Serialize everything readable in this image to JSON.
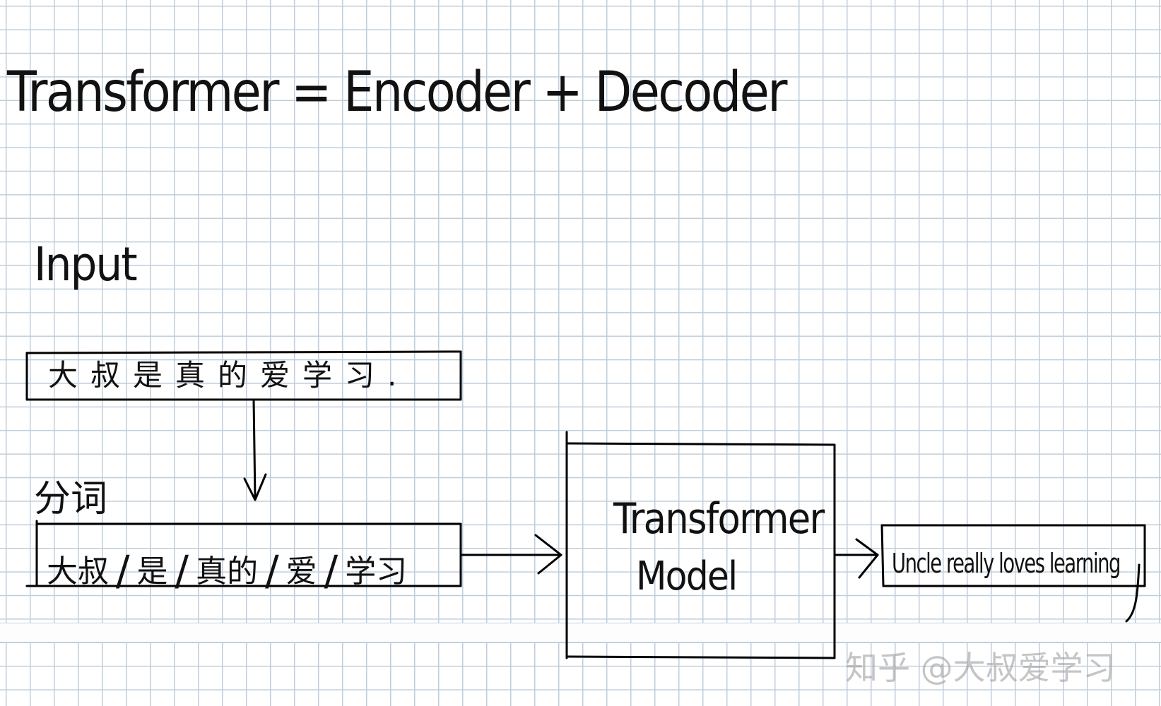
{
  "title": "Transformer = Encoder + Decoder",
  "input_label": "Input",
  "input_sentence": "大叔是真的爱学习.",
  "segmentation_label": "分词",
  "tokens": [
    "大叔",
    "是",
    "真的",
    "爱",
    "学习"
  ],
  "token_separator": "/",
  "model_box": {
    "line1": "Transformer",
    "line2": "Model"
  },
  "output_sentence": "Uncle really loves learning",
  "watermark": "知乎 @大叔爱学习"
}
